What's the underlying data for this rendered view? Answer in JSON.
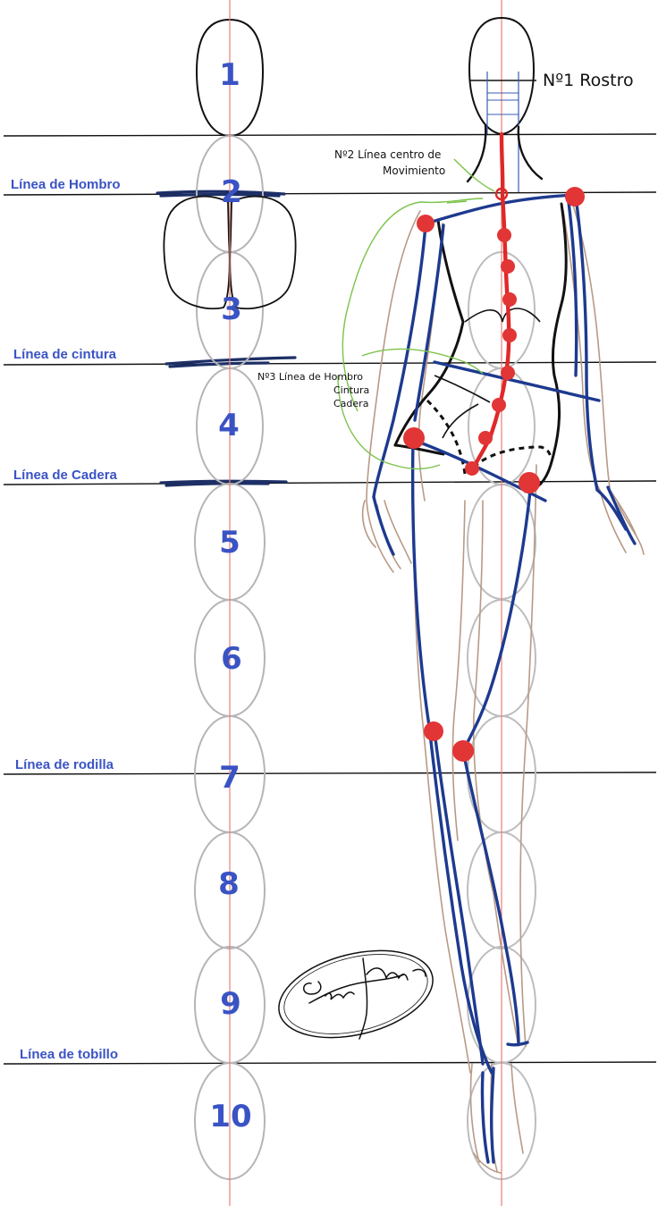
{
  "head_units": [
    "1",
    "2",
    "3",
    "4",
    "5",
    "6",
    "7",
    "8",
    "9",
    "10"
  ],
  "section_lines": {
    "shoulder": "Línea de Hombro",
    "waist": "Línea de cintura",
    "hip": "Línea de Cadera",
    "knee": "Línea de rodilla",
    "ankle": "Línea de tobillo"
  },
  "annotations": {
    "face": "Nº1 Rostro",
    "center_line_1": "Nº2 Línea centro de",
    "center_line_2": "Movimiento",
    "shoulder_waist_hip_1": "Nº3 Línea de Hombro",
    "shoulder_waist_hip_2": "Cintura",
    "shoulder_waist_hip_3": "Cadera"
  },
  "colors": {
    "label_blue": "#3a53c4",
    "armature_blue": "#1d3a8f",
    "joint_red": "#e23535",
    "center_red": "#e02828",
    "guide_red": "#e8807a",
    "head_oval_gray": "#b5b5b5",
    "body_outline_tan": "#b89a86",
    "annotation_green": "#7bc34a",
    "line_black": "#111111"
  }
}
